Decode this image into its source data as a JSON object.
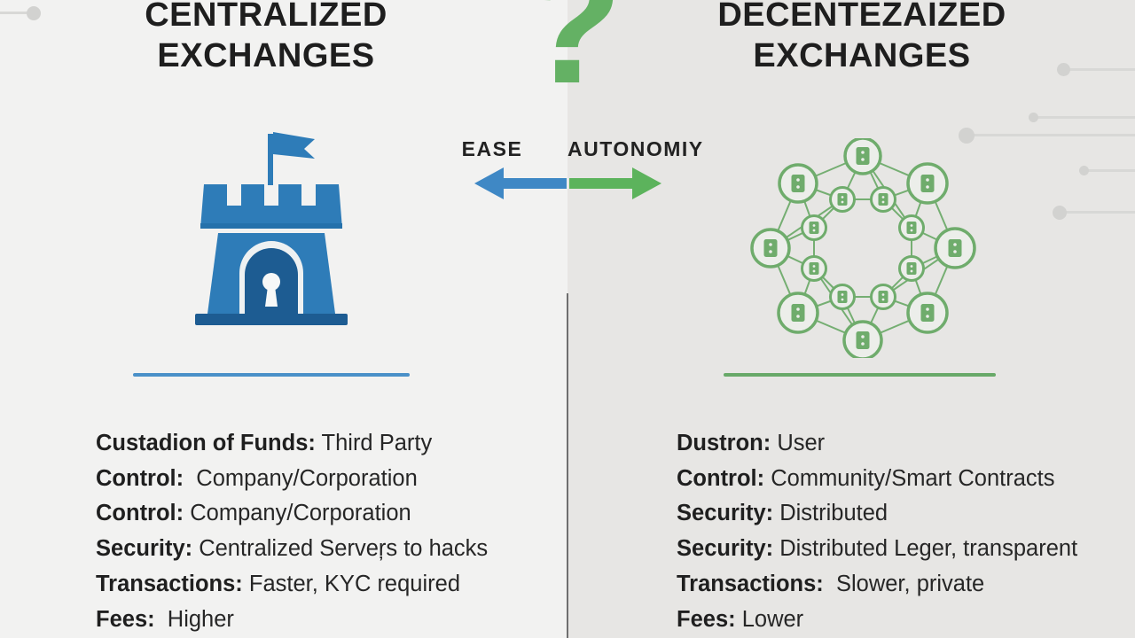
{
  "left_panel": {
    "title_line1": "CENTRALIZED",
    "title_line2": "EXCHANGES",
    "icon": "castle-fortress-icon",
    "accent_color": "#3f88c5",
    "attributes": [
      {
        "label": "Custadion of Funds:",
        "value": " Third Party"
      },
      {
        "label": "Control:",
        "value": "  Company/Corporation"
      },
      {
        "label": "Control:",
        "value": " Company/Corporation"
      },
      {
        "label": "Security:",
        "value": " Centralized Serveŗs to hacks"
      },
      {
        "label": "Transactions:",
        "value": " Faster, KYC required"
      },
      {
        "label": "Fees:",
        "value": "  Higher"
      }
    ]
  },
  "right_panel": {
    "title_line1": "DECENTEZAIZED",
    "title_line2": "EXCHANGES",
    "icon": "network-nodes-icon",
    "accent_color": "#5cb35c",
    "attributes": [
      {
        "label": "Dustron:",
        "value": " User"
      },
      {
        "label": "Control:",
        "value": " Community/Smart Contracts"
      },
      {
        "label": "Security:",
        "value": " Distributed"
      },
      {
        "label": "Security:",
        "value": " Distributed Leger, transparent"
      },
      {
        "label": "Transactions:",
        "value": "  Slower, private"
      },
      {
        "label": "Fees:",
        "value": " Lower"
      }
    ]
  },
  "center": {
    "question_mark": "?",
    "question_mark_color": "#64b164",
    "left_arrow_label": "EASE",
    "left_arrow_color": "#3f88c5",
    "right_arrow_label": "AUTONOMIY",
    "right_arrow_color": "#5cb35c"
  }
}
